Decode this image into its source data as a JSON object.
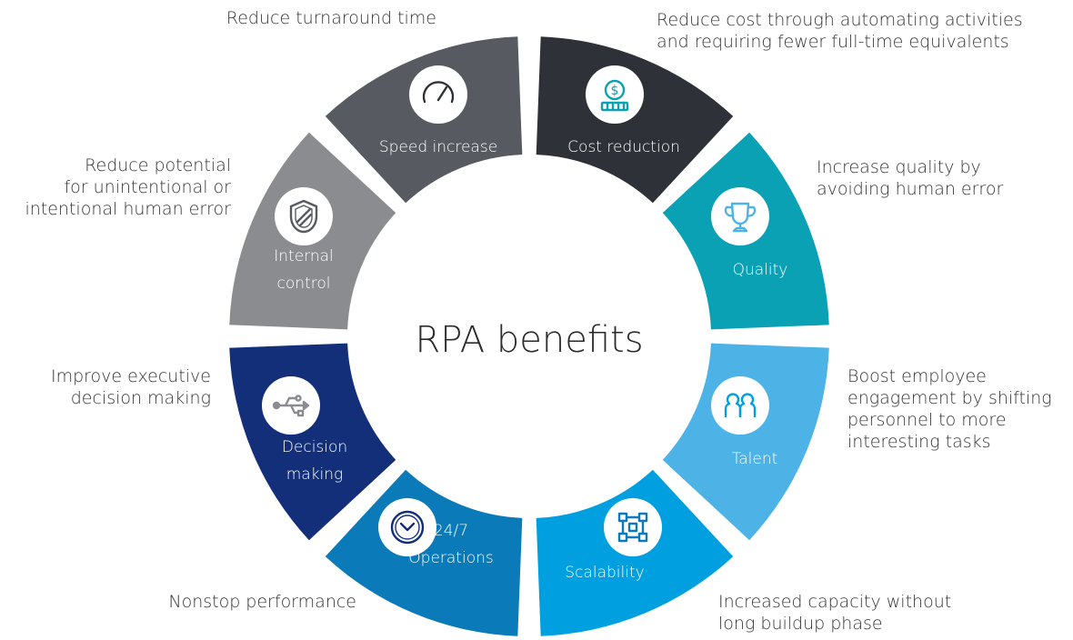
{
  "title": "RPA benefits",
  "segments": [
    {
      "key": "speed",
      "label_lines": [
        "Speed increase"
      ],
      "color": "#2e3138",
      "icon": "speedometer-icon",
      "description_lines": [
        "Reduce turnaround time"
      ]
    },
    {
      "key": "cost",
      "label_lines": [
        "Cost reduction"
      ],
      "color": "#0aa1b5",
      "icon": "dollar-coin-stack-icon",
      "description_lines": [
        "Reduce cost through automating activities",
        "and requiring fewer full-time equivalents"
      ]
    },
    {
      "key": "quality",
      "label_lines": [
        "Quality"
      ],
      "color": "#4db3e6",
      "icon": "trophy-icon",
      "description_lines": [
        "Increase quality by",
        "avoiding human error"
      ]
    },
    {
      "key": "talent",
      "label_lines": [
        "Talent"
      ],
      "color": "#00a0e0",
      "icon": "people-icon",
      "description_lines": [
        "Boost employee",
        "engagement by shifting",
        "personnel to more",
        "interesting tasks"
      ]
    },
    {
      "key": "scalability",
      "label_lines": [
        "Scalability"
      ],
      "color": "#0a7ab8",
      "icon": "network-nodes-icon",
      "description_lines": [
        "Increased capacity without",
        "long buildup phase"
      ]
    },
    {
      "key": "operations",
      "label_lines": [
        "24/7",
        "Operations"
      ],
      "color": "#132f7a",
      "icon": "clock-icon",
      "description_lines": [
        "Nonstop performance"
      ]
    },
    {
      "key": "decision",
      "label_lines": [
        "Decision",
        "making"
      ],
      "color": "#8a8c8f",
      "icon": "usb-icon",
      "description_lines": [
        "Improve executive",
        "decision making"
      ]
    },
    {
      "key": "control",
      "label_lines": [
        "Internal",
        "control"
      ],
      "color": "#575a60",
      "icon": "shield-icon",
      "description_lines": [
        "Reduce potential",
        "for unintentional or",
        "intentional human error"
      ]
    }
  ]
}
